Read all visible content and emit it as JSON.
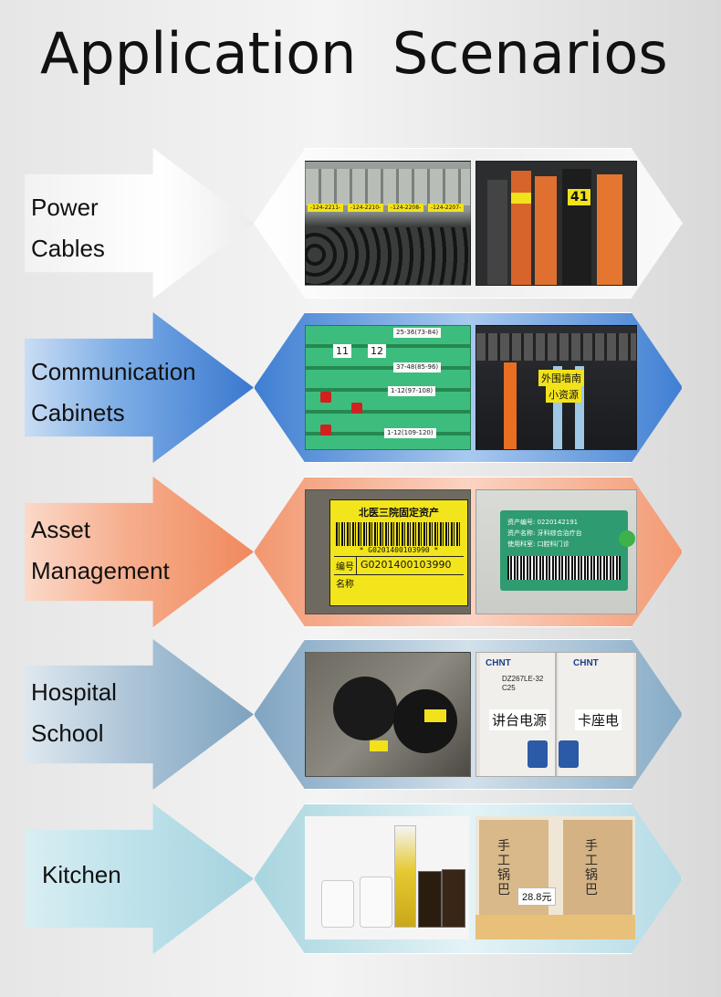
{
  "title": "Application  Scenarios",
  "rows": [
    {
      "line1": "Power",
      "line2": "Cables",
      "photo_a": {
        "tags": [
          "-124-2211-",
          "-124-2210-",
          "-124-2208-",
          "-124-2207-"
        ]
      },
      "photo_b": {
        "tags": [
          "41"
        ]
      }
    },
    {
      "line1": "Communication",
      "line2": "Cabinets",
      "photo_a": {
        "numbers": [
          "11",
          "12"
        ],
        "labels": [
          "25-36(73-84)",
          "37-48(85-96)",
          "1-12(97-108)",
          "1-12(109-120)"
        ]
      },
      "photo_b": {
        "labels": [
          "外围墙南",
          "小资源"
        ]
      }
    },
    {
      "line1": "Asset",
      "line2": "Management",
      "photo_a": {
        "header": "北医三院固定资产",
        "barcode": "* G0201400103990 *",
        "code_label": "编号",
        "code": "G0201400103990",
        "name_label": "名称"
      },
      "photo_b": {
        "lines": [
          "资产编号: 0220142191",
          "资产名称: 牙科综合治疗台",
          "使用科室: 口腔科门诊"
        ]
      }
    },
    {
      "line1": "Hospital",
      "line2": "School",
      "photo_a": {},
      "photo_b": {
        "brand": "CHNT",
        "model": "DZ267LE-32",
        "rating": "C25",
        "label1": "讲台电源",
        "label2": "卡座电"
      }
    },
    {
      "line1": "Kitchen",
      "line2": "",
      "photo_a": {},
      "photo_b": {
        "brand": "手工锅巴",
        "price": "28.8元"
      }
    }
  ],
  "colors": {
    "power": "#e9e9e9",
    "communication": "#3f7fd3",
    "asset": "#f39a73",
    "hospital": "#8eb1cc",
    "kitchen": "#b5dbe6"
  }
}
